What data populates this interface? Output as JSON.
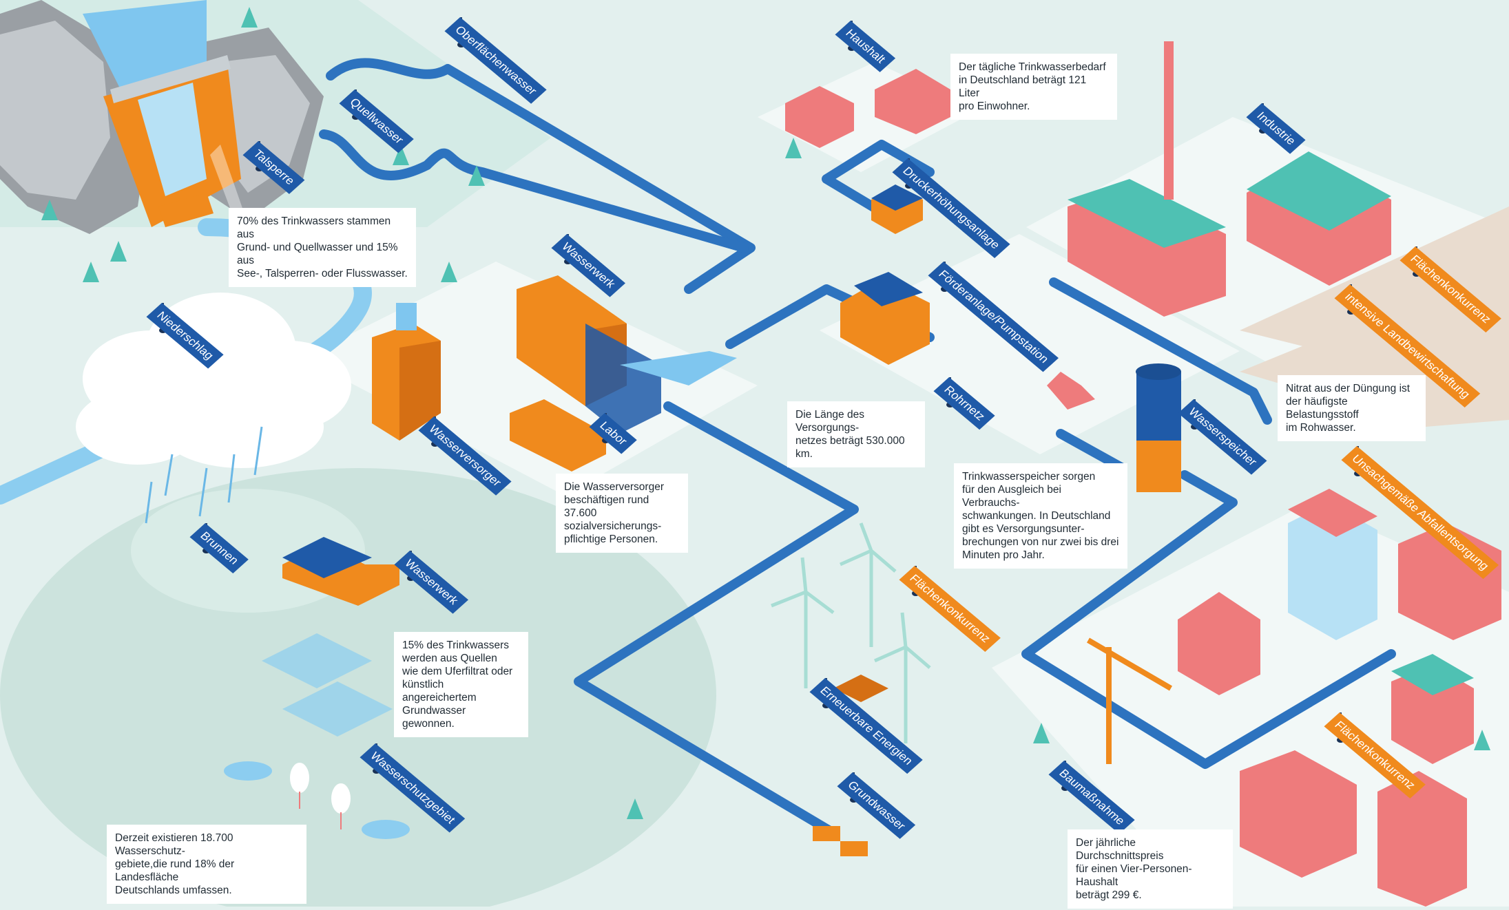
{
  "labels": {
    "talsperre": "Talsperre",
    "quellwasser": "Quellwasser",
    "oberflaechenwasser": "Oberflächenwasser",
    "niederschlag": "Niederschlag",
    "wasserwerk_top": "Wasserwerk",
    "wasserversorger": "Wasserversorger",
    "labor": "Labor",
    "brunnen": "Brunnen",
    "wasserwerk_bottom": "Wasserwerk",
    "wasserschutzgebiet": "Wasserschutzgebiet",
    "haushalt": "Haushalt",
    "druckerhoehungsanlage": "Druckerhöhungsanlage",
    "foerderanlage": "Förderanlage/Pumpstation",
    "rohrnetz": "Rohrnetz",
    "wasserspeicher": "Wasserspeicher",
    "industrie": "Industrie",
    "flaechenkonkurrenz_1": "Flächenkonkurrenz",
    "intensive_landbewirtschaftung": "intensive Landbewirtschaftung",
    "unsachgemaesse_abfallentsorgung": "Unsachgemäße Abfallentsorgung",
    "flaechenkonkurrenz_2": "Flächenkonkurrenz",
    "flaechenkonkurrenz_3": "Flächenkonkurrenz",
    "erneuerbare_energien": "Erneuerbare Energien",
    "grundwasser": "Grundwasser",
    "baumassnahme": "Baumaßnahme"
  },
  "notes": {
    "talsperre_note": "70% des Trinkwassers stammen aus\nGrund- und Quellwasser und 15% aus\nSee-, Talsperren- oder Flusswasser.",
    "haushalt_note": "Der tägliche Trinkwasserbedarf\nin Deutschland beträgt 121 Liter\npro Einwohner.",
    "versorger_note": "Die Wasserversorger\nbeschäftigen rund 37.600\nsozialversicherungs-\npflichtige Personen.",
    "netz_note": "Die Länge des Versorgungs-\nnetzes beträgt 530.000 km.",
    "nitrat_note": "Nitrat aus der Düngung ist\nder häufigste Belastungsstoff\nim Rohwasser.",
    "speicher_note": "Trinkwasserspeicher sorgen\nfür den Ausgleich bei Verbrauchs-\nschwankungen. In Deutschland\ngibt es Versorgungsunter-\nbrechungen von nur zwei bis drei\nMinuten pro Jahr.",
    "uferfiltrat_note": "15% des Trinkwassers\nwerden aus Quellen\nwie dem Uferfiltrat oder\nkünstlich angereichertem\nGrundwasser gewonnen.",
    "schutzgebiet_note": "Derzeit existieren 18.700 Wasserschutz-\ngebiete,die rund 18% der Landesfläche\nDeutschlands umfassen.",
    "preis_note": "Der jährliche Durchschnittspreis\nfür einen Vier-Personen-Haushalt\nbeträgt 299 €."
  },
  "colors": {
    "ground": "#e3f0ee",
    "pipe": "#2d73bf",
    "tag_blue": "#1f5aa8",
    "tag_orange": "#f08a1d",
    "orange_building": "#f08a1d",
    "pink_building": "#ee7b7c",
    "teal_roof": "#4fc1b3"
  }
}
